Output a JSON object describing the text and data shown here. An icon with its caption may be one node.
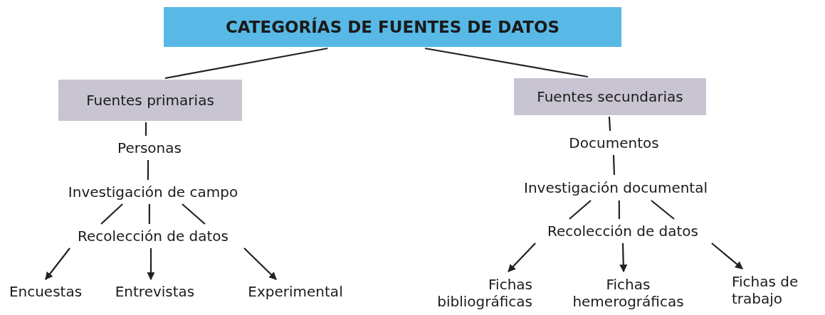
{
  "diagram": {
    "nodes": [
      {
        "text": [
          "CATEGORÍAS DE FUENTES DE DATOS"
        ]
      },
      {
        "text": [
          "Fuentes primarias"
        ]
      },
      {
        "text": [
          "Personas"
        ]
      },
      {
        "text": [
          "Investigación de campo"
        ]
      },
      {
        "text": [
          "Recolección de datos"
        ]
      },
      {
        "text": [
          "Encuestas"
        ]
      },
      {
        "text": [
          "Entrevistas"
        ]
      },
      {
        "text": [
          "Experimental"
        ]
      },
      {
        "text": [
          "Fuentes secundarias"
        ]
      },
      {
        "text": [
          "Documentos"
        ]
      },
      {
        "text": [
          "Investigación documental"
        ]
      },
      {
        "text": [
          "Recolección de datos"
        ]
      },
      {
        "text": [
          "Fichas bibliográficas"
        ]
      },
      {
        "text": [
          "Fichas hemerográficas"
        ]
      },
      {
        "text": [
          "Fichas de trabajo"
        ]
      }
    ],
    "edges": [
      {
        "from": 0,
        "to": 1,
        "arrow": "none"
      },
      {
        "from": 0,
        "to": 8,
        "arrow": "none"
      },
      {
        "from": 1,
        "to": 2,
        "arrow": "none"
      },
      {
        "from": 2,
        "to": 3,
        "arrow": "none"
      },
      {
        "from": 3,
        "to": 4,
        "arrow": "none"
      },
      {
        "from": 3,
        "to": 4,
        "arrow": "none"
      },
      {
        "from": 3,
        "to": 4,
        "arrow": "none"
      },
      {
        "from": 4,
        "to": 5,
        "arrow": "to"
      },
      {
        "from": 4,
        "to": 6,
        "arrow": "to"
      },
      {
        "from": 4,
        "to": 7,
        "arrow": "to"
      },
      {
        "from": 8,
        "to": 9,
        "arrow": "none"
      },
      {
        "from": 9,
        "to": 10,
        "arrow": "none"
      },
      {
        "from": 10,
        "to": 11,
        "arrow": "none"
      },
      {
        "from": 10,
        "to": 11,
        "arrow": "none"
      },
      {
        "from": 10,
        "to": 11,
        "arrow": "none"
      },
      {
        "from": 11,
        "to": 12,
        "arrow": "to"
      },
      {
        "from": 11,
        "to": 13,
        "arrow": "to"
      },
      {
        "from": 11,
        "to": 14,
        "arrow": "to"
      }
    ]
  }
}
